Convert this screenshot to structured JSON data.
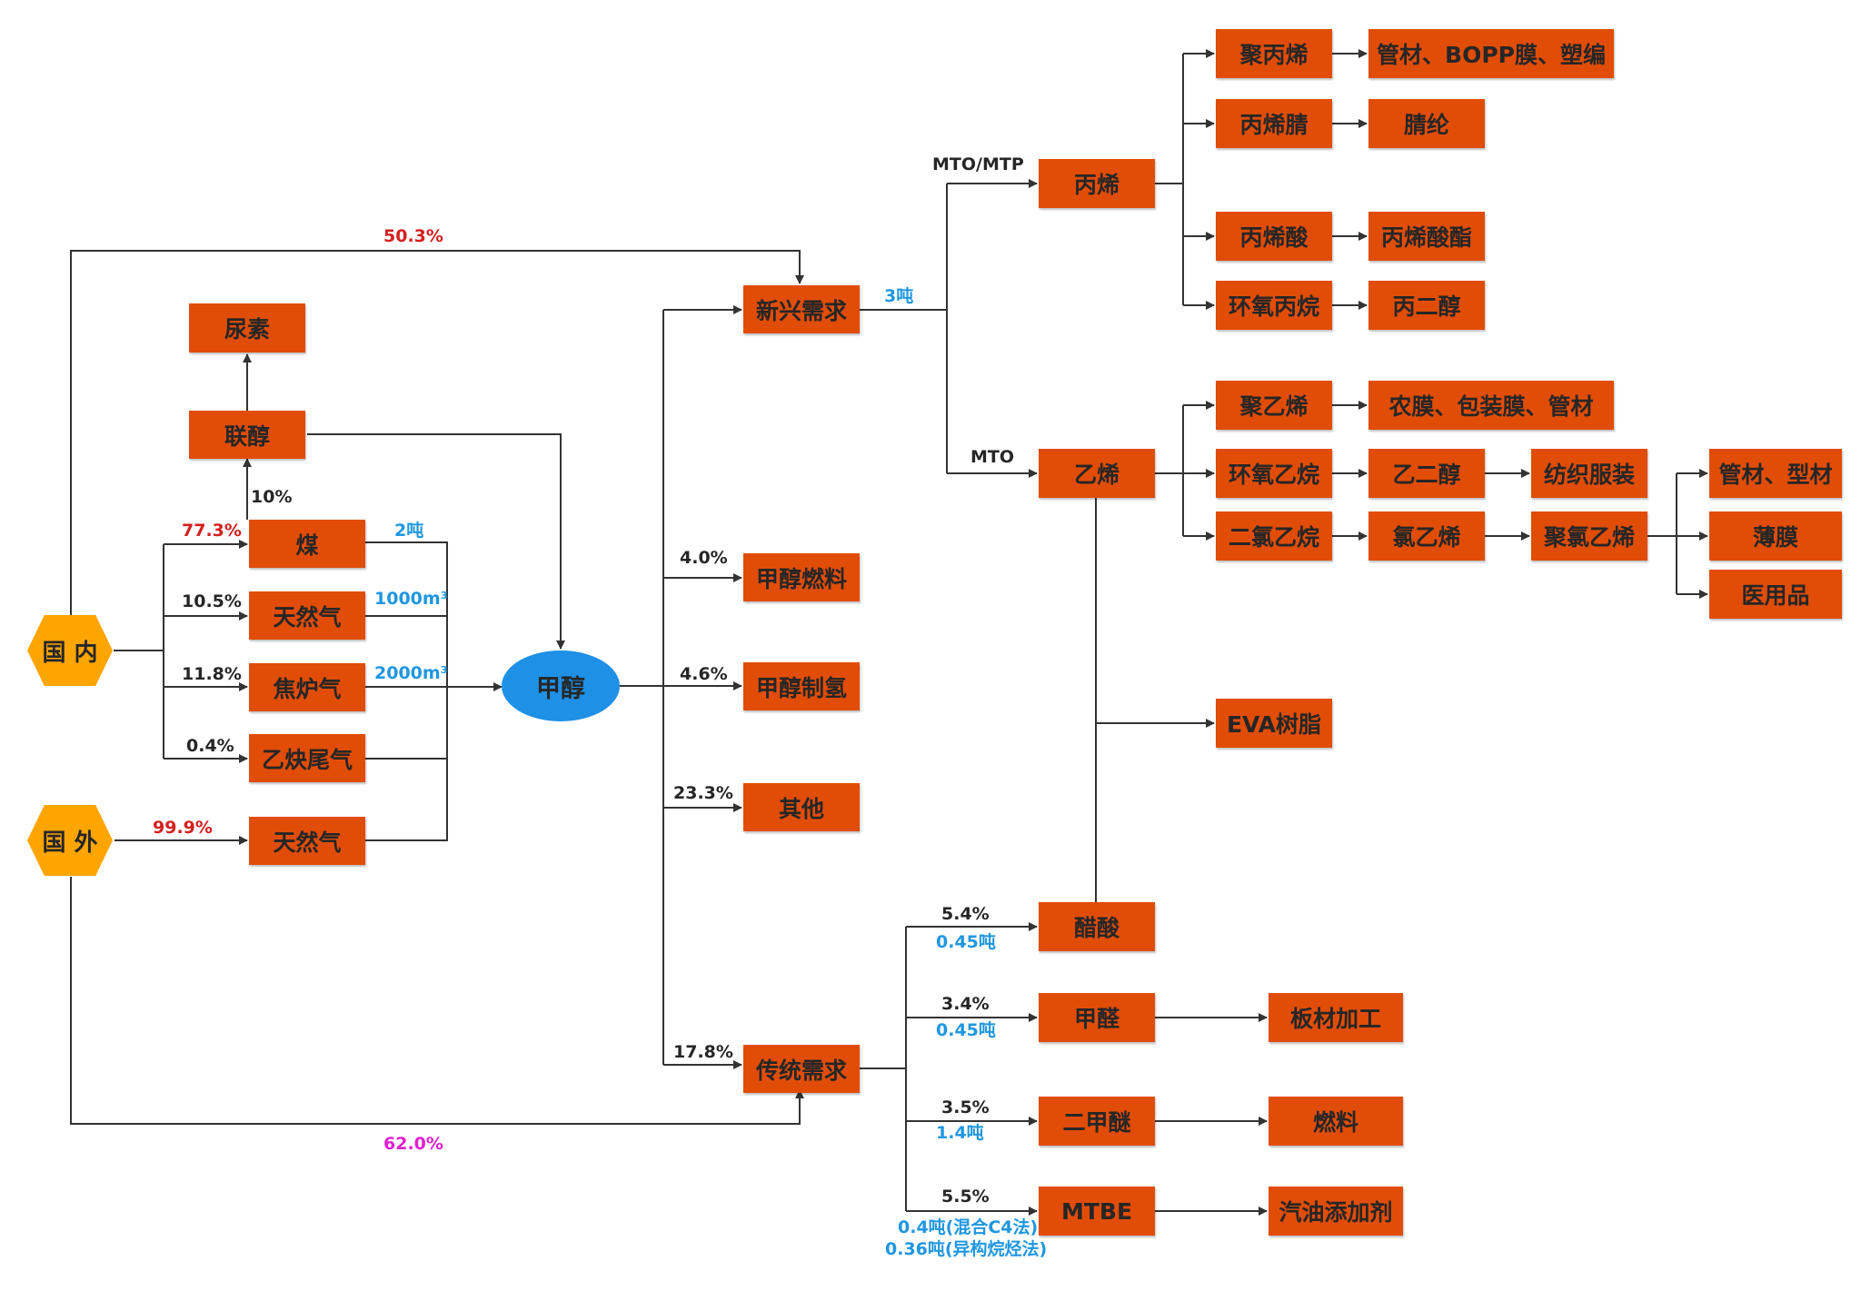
{
  "nodes": {
    "domestic": "国 内",
    "foreign": "国 外",
    "urea": "尿素",
    "coproduct_alcohol": "联醇",
    "coal": "煤",
    "natural_gas_dom": "天然气",
    "coke_oven_gas": "焦炉气",
    "acetylene_tail_gas": "乙炔尾气",
    "natural_gas_foreign": "天然气",
    "methanol": "甲醇",
    "emerging_demand": "新兴需求",
    "methanol_fuel": "甲醇燃料",
    "methanol_hydrogen": "甲醇制氢",
    "other": "其他",
    "traditional_demand": "传统需求",
    "propylene": "丙烯",
    "ethylene": "乙烯",
    "polypropylene": "聚丙烯",
    "pp_products": "管材、BOPP膜、塑编",
    "acrylonitrile": "丙烯腈",
    "acrylic_fiber": "腈纶",
    "acrylic_acid": "丙烯酸",
    "acrylate": "丙烯酸酯",
    "propylene_oxide": "环氧丙烷",
    "propylene_glycol": "丙二醇",
    "polyethylene": "聚乙烯",
    "pe_products": "农膜、包装膜、管材",
    "ethylene_oxide": "环氧乙烷",
    "ethylene_glycol": "乙二醇",
    "textile_apparel": "纺织服装",
    "dichloroethane": "二氯乙烷",
    "vinyl_chloride": "氯乙烯",
    "pvc": "聚氯乙烯",
    "pipes_profiles": "管材、型材",
    "film": "薄膜",
    "medical": "医用品",
    "eva": "EVA树脂",
    "acetic_acid": "醋酸",
    "formaldehyde": "甲醛",
    "board_processing": "板材加工",
    "dme": "二甲醚",
    "fuel": "燃料",
    "mtbe": "MTBE",
    "gasoline_additive": "汽油添加剂"
  },
  "labels": {
    "dom_to_emerging": "50.3%",
    "foreign_to_traditional": "62.0%",
    "coal_share": "77.3%",
    "coal_to_coproduct": "10%",
    "ng_share": "10.5%",
    "coke_share": "11.8%",
    "acetylene_share": "0.4%",
    "foreign_ng_share": "99.9%",
    "coal_ratio": "2吨",
    "ng_ratio": "1000m³",
    "coke_ratio": "2000m³",
    "emerging_ratio": "3吨",
    "fuel_share": "4.0%",
    "hydrogen_share": "4.6%",
    "other_share": "23.3%",
    "traditional_share": "17.8%",
    "mto_mtp": "MTO/MTP",
    "mto": "MTO",
    "acetic_share": "5.4%",
    "acetic_ratio": "0.45吨",
    "formaldehyde_share": "3.4%",
    "formaldehyde_ratio": "0.45吨",
    "dme_share": "3.5%",
    "dme_ratio": "1.4吨",
    "mtbe_share": "5.5%",
    "mtbe_ratio_1": "0.4吨(混合C4法)",
    "mtbe_ratio_2": "0.36吨(异构烷烃法)"
  },
  "colors": {
    "box_fill": "#e14d07",
    "hex_fill": "#ffa500",
    "methanol_fill": "#1e90e6",
    "line": "#333333",
    "label_red": "#d42020",
    "label_blue": "#1f97e0",
    "label_magenta": "#e020d0"
  }
}
